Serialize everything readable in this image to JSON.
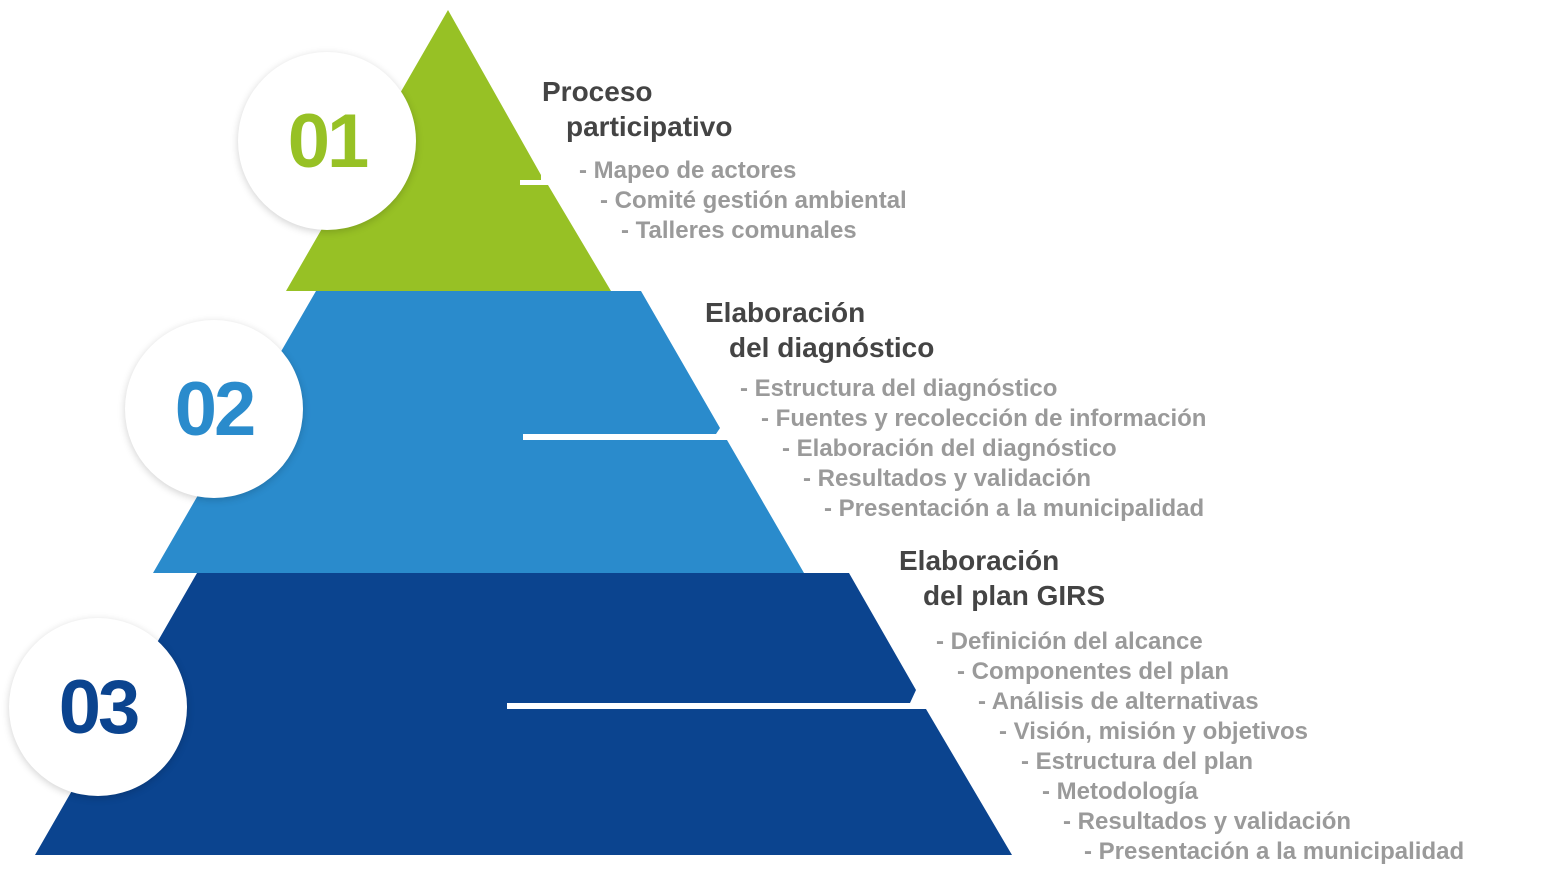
{
  "colors": {
    "level1": "#97c125",
    "level2": "#2a8bcc",
    "level3": "#0b448f",
    "title": "#444444",
    "item": "#9a9a9a"
  },
  "levels": [
    {
      "number": "01",
      "title_line1": "Proceso",
      "title_line2": "participativo",
      "items": [
        "- Mapeo de actores",
        "- Comité gestión ambiental",
        "- Talleres comunales"
      ]
    },
    {
      "number": "02",
      "title_line1": "Elaboración",
      "title_line2": "del diagnóstico",
      "items": [
        "- Estructura del diagnóstico",
        "- Fuentes y recolección de información",
        "- Elaboración del diagnóstico",
        "- Resultados y validación",
        "- Presentación a la municipalidad"
      ]
    },
    {
      "number": "03",
      "title_line1": "Elaboración",
      "title_line2": "del plan GIRS",
      "items": [
        "- Definición del alcance",
        "- Componentes del plan",
        "- Análisis de alternativas",
        "- Visión, misión y objetivos",
        "- Estructura del plan",
        "- Metodología",
        "- Resultados y validación",
        "- Presentación a la municipalidad"
      ]
    }
  ]
}
